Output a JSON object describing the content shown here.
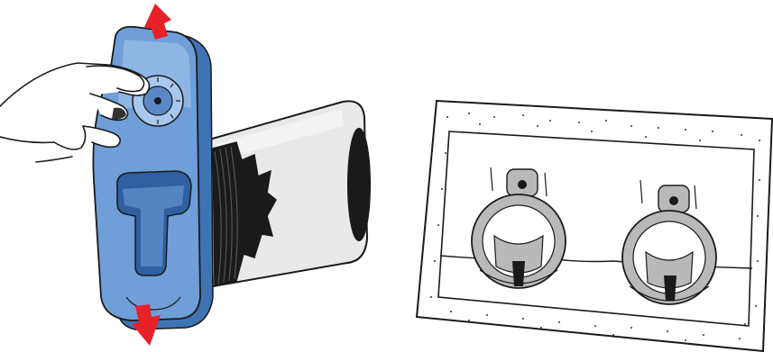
{
  "illustration": {
    "colors": {
      "cap_blue": "#6f9ed8",
      "cap_blue_dark": "#3f73b4",
      "cap_blue_light": "#a9c8ee",
      "arrow_red": "#e8202a",
      "cylinder_light": "#e9e9e9",
      "cylinder_mid": "#c4c4c4",
      "cylinder_dark": "#8a8a8a",
      "outline": "#1a1a1a",
      "hand_fill": "#ffffff",
      "inset_fill": "#ffffff",
      "bead_gray": "#b9b9b9"
    },
    "parts": {
      "hand": "hand-icon",
      "cap": "dial-cap",
      "cylinder": "cylinder",
      "arrows": [
        "arrow-up-icon",
        "arrow-down-icon"
      ],
      "inset": "cross-section-inset"
    }
  }
}
